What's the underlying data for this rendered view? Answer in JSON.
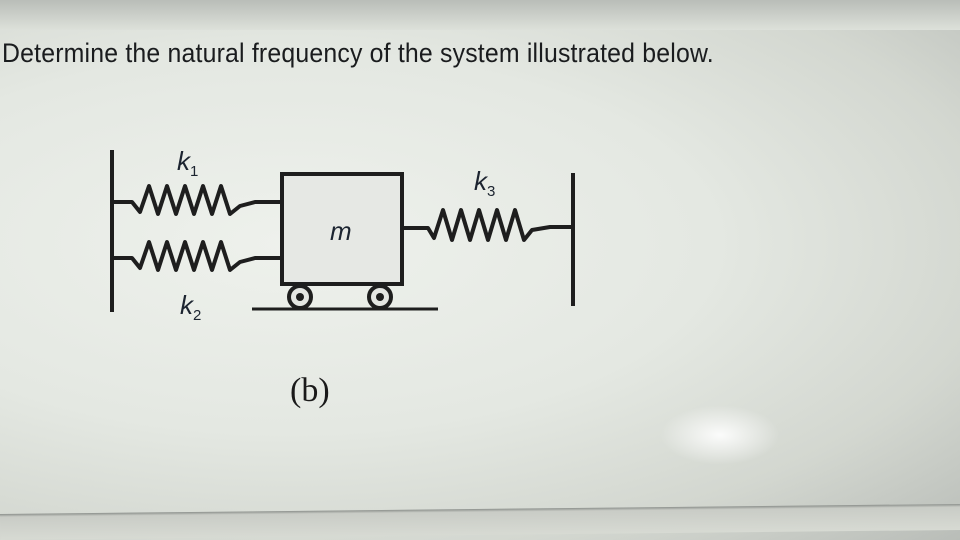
{
  "question": {
    "text": "Determine the natural frequency of the system illustrated below."
  },
  "figure": {
    "caption": "(b)",
    "mass_label": "m",
    "springs": [
      {
        "id": "k1",
        "label": "k",
        "subscript": "1",
        "position": "left-top"
      },
      {
        "id": "k2",
        "label": "k",
        "subscript": "2",
        "position": "left-bottom"
      },
      {
        "id": "k3",
        "label": "k",
        "subscript": "3",
        "position": "right"
      }
    ],
    "components": [
      "left-wall",
      "right-wall",
      "mass-block",
      "wheels",
      "ground"
    ]
  }
}
